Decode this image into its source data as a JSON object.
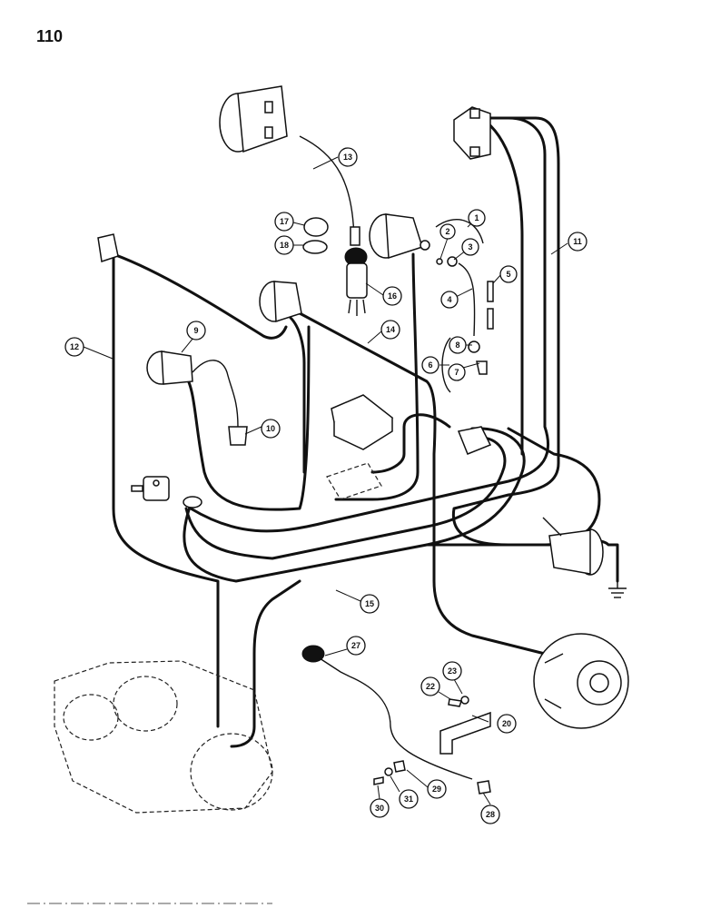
{
  "page": {
    "number": "110"
  },
  "callouts": {
    "c1": "1",
    "c2": "2",
    "c3": "3",
    "c4": "4",
    "c5": "5",
    "c6": "6",
    "c7": "7",
    "c8": "8",
    "c9": "9",
    "c10": "10",
    "c11": "11",
    "c12": "12",
    "c13": "13",
    "c14": "14",
    "c15": "15",
    "c16": "16",
    "c17": "17",
    "c18": "18",
    "c20": "20",
    "c22": "22",
    "c23": "23",
    "c27": "27",
    "c28": "28",
    "c29": "29",
    "c30": "30",
    "c31": "31"
  }
}
